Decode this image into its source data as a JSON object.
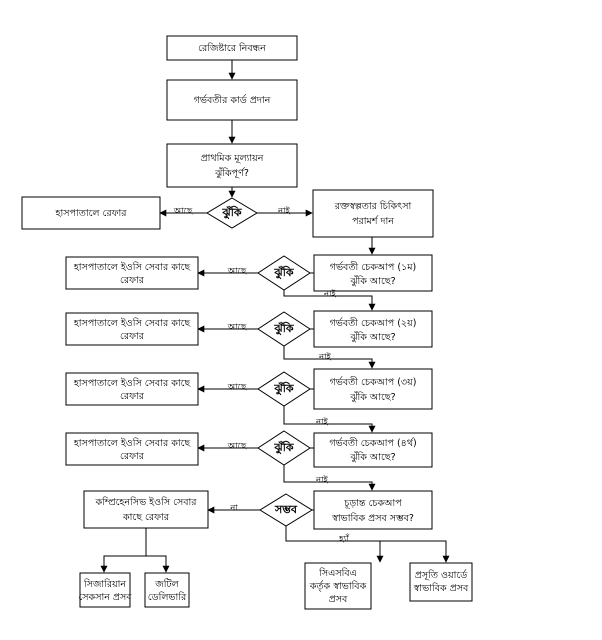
{
  "nodes": {
    "register": [
      "রেজিষ্টারে নিবন্ধন"
    ],
    "card": [
      "গর্ভবতীর কার্ড প্রদান"
    ],
    "eval": [
      "প্রাথমিক মূল্যায়ন",
      "ঝুঁকিপূর্ণ?"
    ],
    "refer_hospital": [
      "হাসপাতালে রেফার"
    ],
    "anemia": [
      "রক্তস্বল্পতার চিকিৎসা",
      "পরামর্শ দান"
    ],
    "risk_dia": [
      "ঝুঁকি"
    ],
    "check1": [
      "গর্ভবতী চেকআপ (১ম)",
      "ঝুঁকি আছে?"
    ],
    "check2": [
      "গর্ভবতী চেকআপ (২য়)",
      "ঝুঁকি আছে?"
    ],
    "check3": [
      "গর্ভবতী চেকআপ (৩য়)",
      "ঝুঁকি আছে?"
    ],
    "check4": [
      "গর্ভবতী চেকআপ (৪র্থ)",
      "ঝুঁকি আছে?"
    ],
    "risk1": [
      "ঝুঁকি"
    ],
    "risk2": [
      "ঝুঁকি"
    ],
    "risk3": [
      "ঝুঁকি"
    ],
    "risk4": [
      "ঝুঁকি"
    ],
    "eoc1": [
      "হাসপাতালে ইওসি সেবার কাছে",
      "রেফার"
    ],
    "eoc2": [
      "হাসপাতালে ইওসি সেবার কাছে",
      "রেফার"
    ],
    "eoc3": [
      "হাসপাতালে ইওসি সেবার কাছে",
      "রেফার"
    ],
    "eoc4": [
      "হাসপাতালে ইওসি সেবার কাছে",
      "রেফার"
    ],
    "final_check": [
      "চূড়ান্ত চেকআপ",
      "স্বাভাবিক প্রসব সম্ভব?"
    ],
    "possible_dia": [
      "সম্ভব"
    ],
    "comprehensive": [
      "কম্প্রিহেনসিভ ইওসি সেবার",
      "কাছে রেফার"
    ],
    "caesarean": [
      "সিজারিয়ান",
      "সেকসান প্রসব"
    ],
    "complicated": [
      "জটিল",
      "ডেলিভারি"
    ],
    "csba": [
      "সিএসবিএ",
      "কর্তৃক স্বাভাবিক",
      "প্রসব"
    ],
    "maternity_ward": [
      "প্রসূতি ওয়ার্ডে",
      "স্বাভাবিক প্রসব"
    ]
  },
  "edge_labels": {
    "yes_main": "আছে",
    "no_main": "নাই",
    "yes1": "আছে",
    "no1": "নাই",
    "yes2": "আছে",
    "no2": "নাই",
    "yes3": "আছে",
    "no3": "নাই",
    "yes4": "আছে",
    "no4": "নাই",
    "not_possible": "না",
    "possible_yes": "হ্যাঁ"
  }
}
